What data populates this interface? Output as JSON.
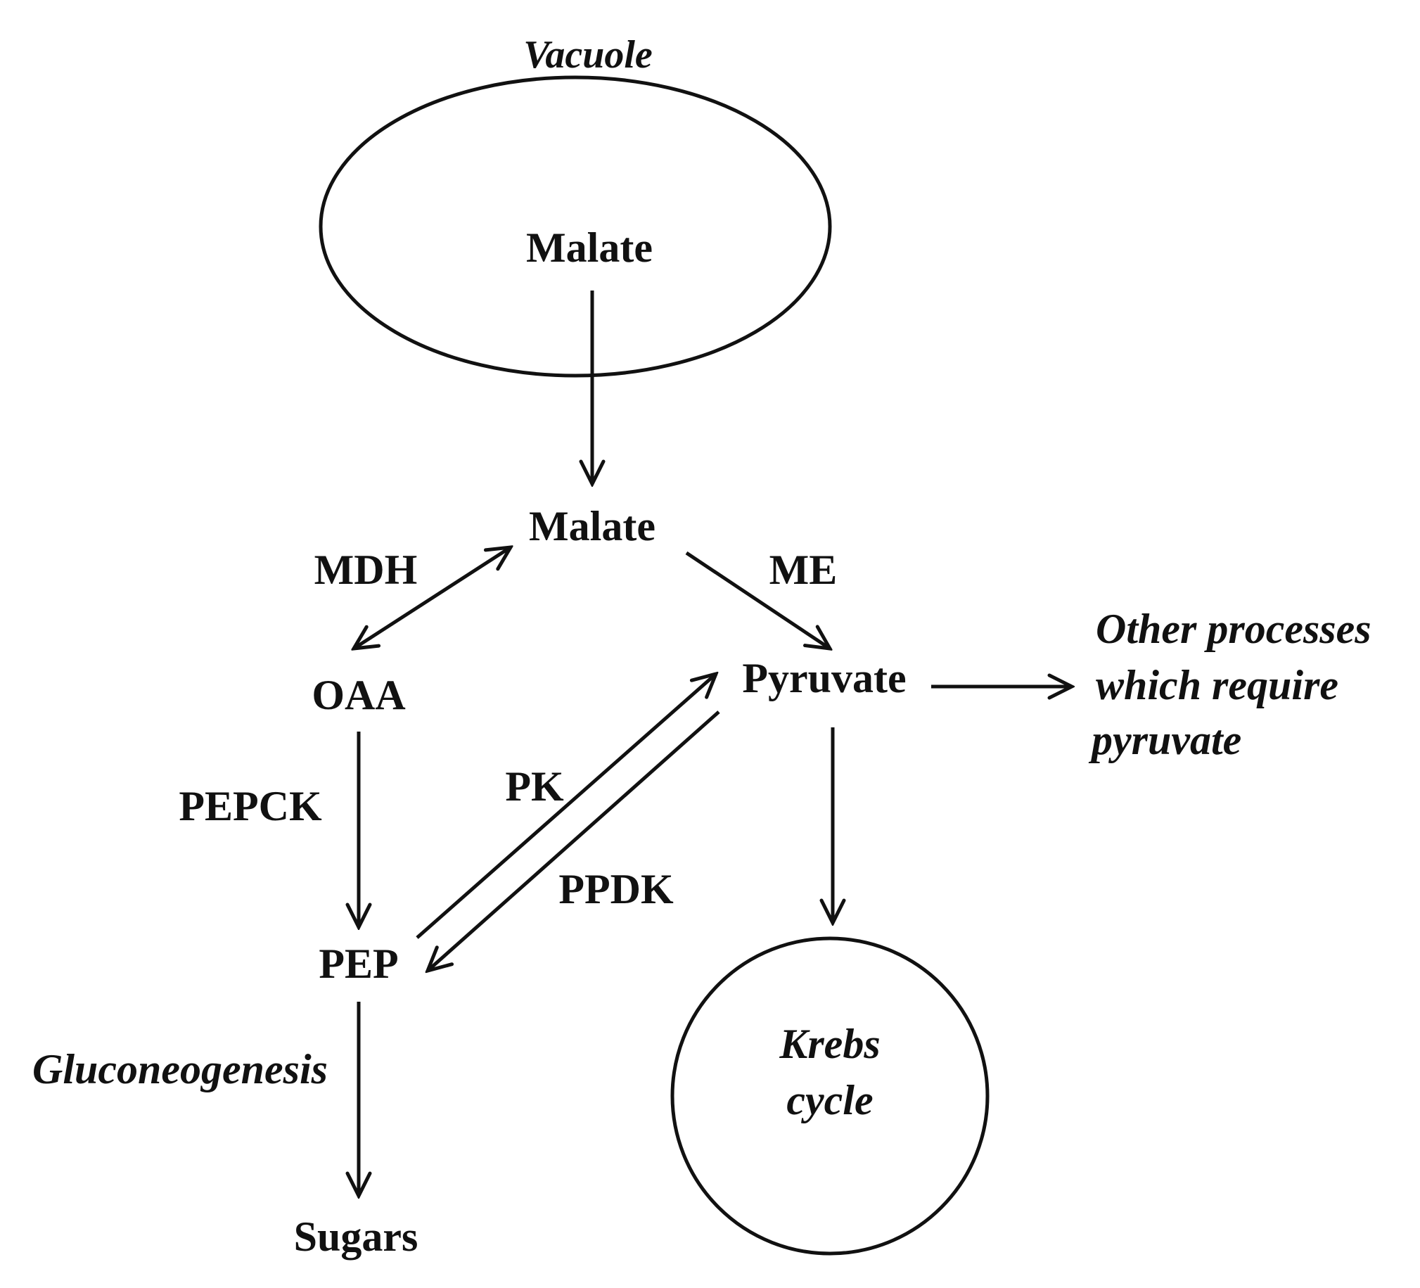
{
  "compartment": {
    "label": "Vacuole",
    "content": "Malate"
  },
  "metabolites": {
    "malate": "Malate",
    "oaa": "OAA",
    "pyruvate": "Pyruvate",
    "pep": "PEP",
    "sugars": "Sugars"
  },
  "enzymes": {
    "mdh": "MDH",
    "me": "ME",
    "pepck": "PEPCK",
    "pk": "PK",
    "ppdk": "PPDK"
  },
  "processes": {
    "gluconeogenesis": "Gluconeogenesis",
    "krebs_line1": "Krebs",
    "krebs_line2": "cycle",
    "other_line1": "Other processes",
    "other_line2": "which require",
    "other_line3": "pyruvate"
  }
}
